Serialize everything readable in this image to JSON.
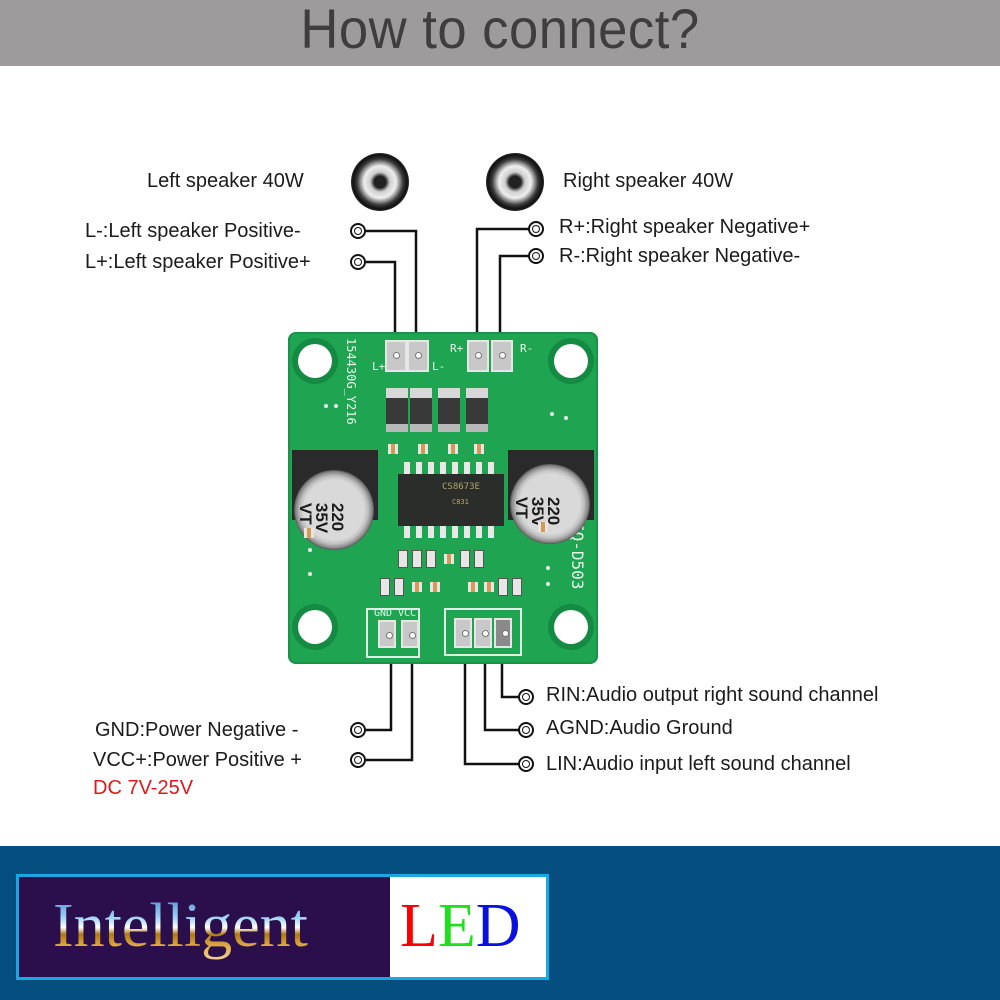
{
  "header": {
    "title": "How to connect?"
  },
  "speakers": {
    "left": {
      "label": "Left speaker 40W",
      "icon": "speaker-icon"
    },
    "right": {
      "label": "Right speaker 40W",
      "icon": "speaker-icon"
    }
  },
  "connections": {
    "l_minus": "L-:Left speaker Positive-",
    "l_plus": "L+:Left speaker Positive+",
    "r_plus": "R+:Right speaker Negative+",
    "r_minus": "R-:Right speaker Negative-",
    "gnd": "GND:Power Negative -",
    "vcc": "VCC+:Power Positive +",
    "voltage": "DC 7V-25V",
    "rin": "RIN:Audio output right sound channel",
    "agnd": "AGND:Audio Ground",
    "lin": "LIN:Audio input left sound channel"
  },
  "board": {
    "silk_left": "154430G_Y216",
    "silk_right": "IQ-D503",
    "pad_l_plus": "L+",
    "pad_l_minus": "L-",
    "pad_r_plus": "R+",
    "pad_r_minus": "R-",
    "pad_gnd": "GND",
    "pad_vcc": "VCC",
    "cap_text": "220\n35V\nVT",
    "chip_mark": "CS8673E",
    "chip_code": "C831"
  },
  "footer": {
    "brand_part1": "Intelligent",
    "brand_led": [
      "L",
      "E",
      "D"
    ],
    "colors": {
      "background": "#044f80",
      "border": "#19a8e2",
      "led_l": "#ff0000",
      "led_e": "#1ee01e",
      "led_d": "#0a10e0",
      "voltage": "#e0181b"
    }
  }
}
